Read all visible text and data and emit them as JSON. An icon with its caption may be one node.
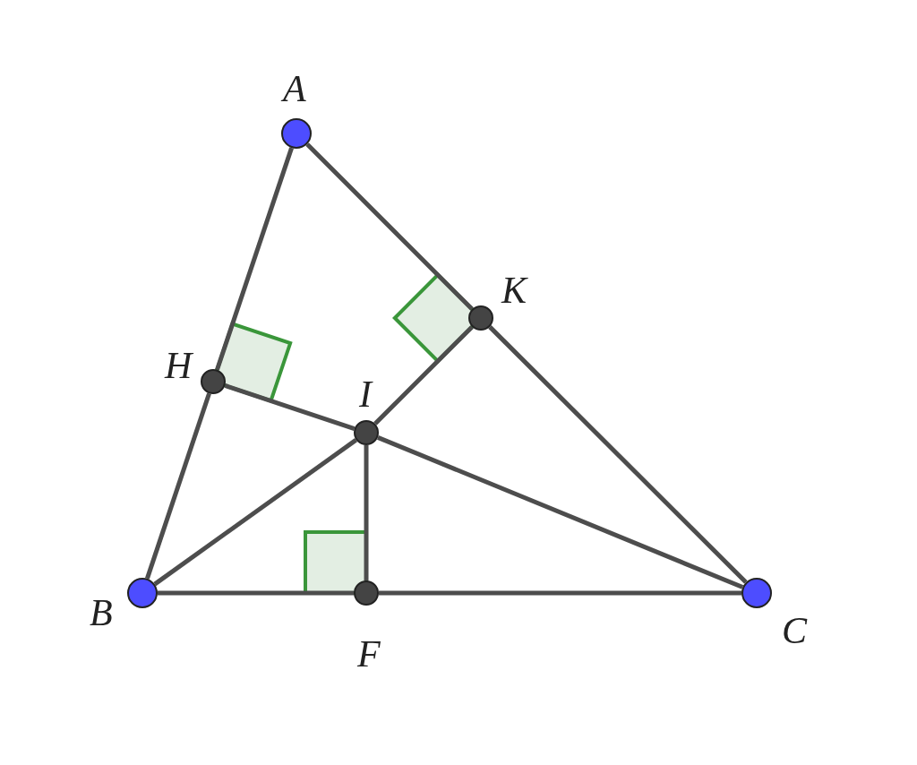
{
  "diagram": {
    "nodes": [
      {
        "text": [
          "A"
        ]
      },
      {
        "text": [
          "B"
        ]
      },
      {
        "text": [
          "C"
        ]
      },
      {
        "text": [
          "H"
        ]
      },
      {
        "text": [
          "K"
        ]
      },
      {
        "text": [
          "I"
        ]
      },
      {
        "text": [
          "F"
        ]
      }
    ],
    "edges": [
      {
        "from": 0,
        "to": 3,
        "arrow": "none"
      },
      {
        "from": 3,
        "to": 1,
        "arrow": "none"
      },
      {
        "from": 0,
        "to": 4,
        "arrow": "none"
      },
      {
        "from": 4,
        "to": 2,
        "arrow": "none"
      },
      {
        "from": 1,
        "to": 6,
        "arrow": "none"
      },
      {
        "from": 6,
        "to": 2,
        "arrow": "none"
      },
      {
        "from": 3,
        "to": 5,
        "arrow": "none"
      },
      {
        "from": 5,
        "to": 4,
        "arrow": "none"
      },
      {
        "from": 1,
        "to": 5,
        "arrow": "none"
      },
      {
        "from": 5,
        "to": 2,
        "arrow": "none"
      },
      {
        "from": 5,
        "to": 6,
        "arrow": "none"
      }
    ]
  }
}
